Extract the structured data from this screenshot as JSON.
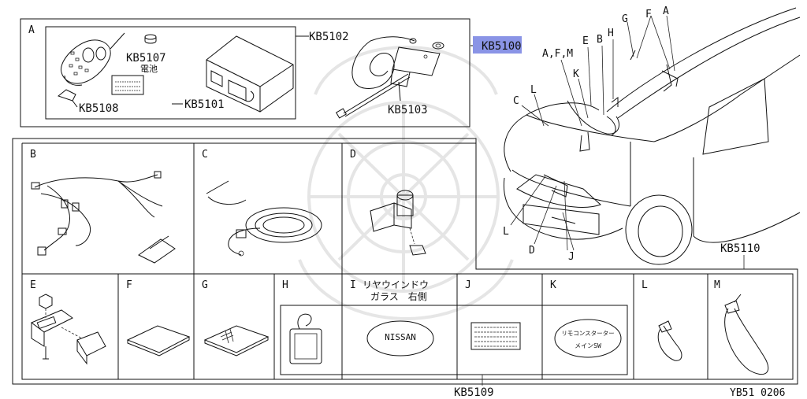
{
  "title_code": "YB51 0206",
  "groups": {
    "a": {
      "label": "A",
      "kb5102": "KB5102",
      "kb5107": "KB5107",
      "battery": "電池",
      "kb5108": "KB5108",
      "kb5101": "KB5101",
      "kb5103": "KB5103"
    },
    "highlight": {
      "label": "KB5100",
      "color": "#8a94e6"
    },
    "kit": {
      "label": "KB5110"
    },
    "labels_kit": {
      "label": "KB5109"
    }
  },
  "cells": {
    "b": "B",
    "c": "C",
    "d": "D",
    "e": "E",
    "f": "F",
    "g": "G",
    "h": "H",
    "i_letter": "I",
    "i_line1": "リヤウインドウ",
    "i_line2": "ガラス　右側",
    "j": "J",
    "k": "K",
    "l": "L",
    "m": "M"
  },
  "badges": {
    "nissan": "NISSAN",
    "k_line1": "リモコンスターター",
    "k_line2": "メインSW"
  },
  "car_callouts": {
    "afm": "A,F,M",
    "e": "E",
    "b": "B",
    "g": "G",
    "f": "F",
    "a": "A",
    "h": "H",
    "k": "K",
    "c": "C",
    "l_top": "L",
    "l_bottom": "L",
    "d": "D",
    "j": "J"
  }
}
